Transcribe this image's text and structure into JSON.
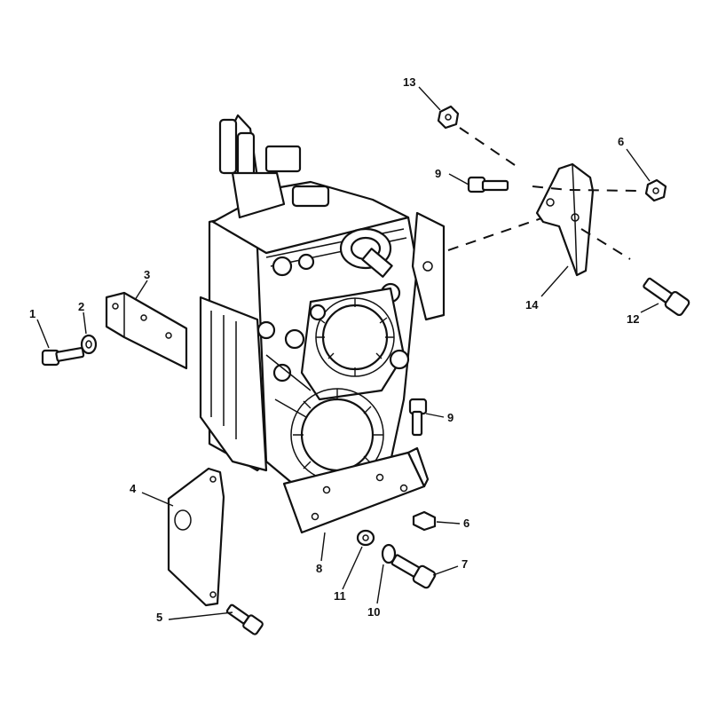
{
  "diagram": {
    "callouts": [
      {
        "id": "1",
        "label": "1"
      },
      {
        "id": "2",
        "label": "2"
      },
      {
        "id": "3",
        "label": "3"
      },
      {
        "id": "4",
        "label": "4"
      },
      {
        "id": "5",
        "label": "5"
      },
      {
        "id": "6a",
        "label": "6"
      },
      {
        "id": "6b",
        "label": "6"
      },
      {
        "id": "7",
        "label": "7"
      },
      {
        "id": "8",
        "label": "8"
      },
      {
        "id": "9a",
        "label": "9"
      },
      {
        "id": "9b",
        "label": "9"
      },
      {
        "id": "10",
        "label": "10"
      },
      {
        "id": "11",
        "label": "11"
      },
      {
        "id": "12",
        "label": "12"
      },
      {
        "id": "13",
        "label": "13"
      },
      {
        "id": "14",
        "label": "14"
      }
    ]
  }
}
